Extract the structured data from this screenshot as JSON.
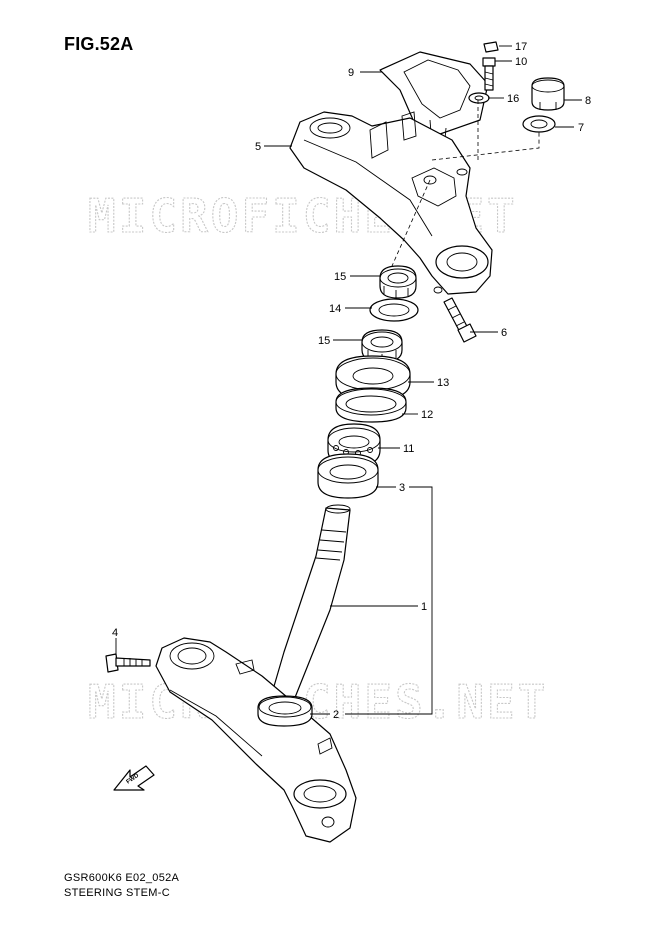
{
  "figure": {
    "title": "FIG.52A",
    "code": "GSR600K6 E02_052A",
    "name": "STEERING STEM-C",
    "fwd_label": "FWD"
  },
  "watermarks": [
    "MICROFICHE.NET",
    "MICROFICHES.NET"
  ],
  "callouts": [
    "17",
    "10",
    "9",
    "16",
    "8",
    "7",
    "5",
    "15",
    "6",
    "14",
    "15",
    "13",
    "12",
    "11",
    "3",
    "1",
    "4",
    "2"
  ]
}
